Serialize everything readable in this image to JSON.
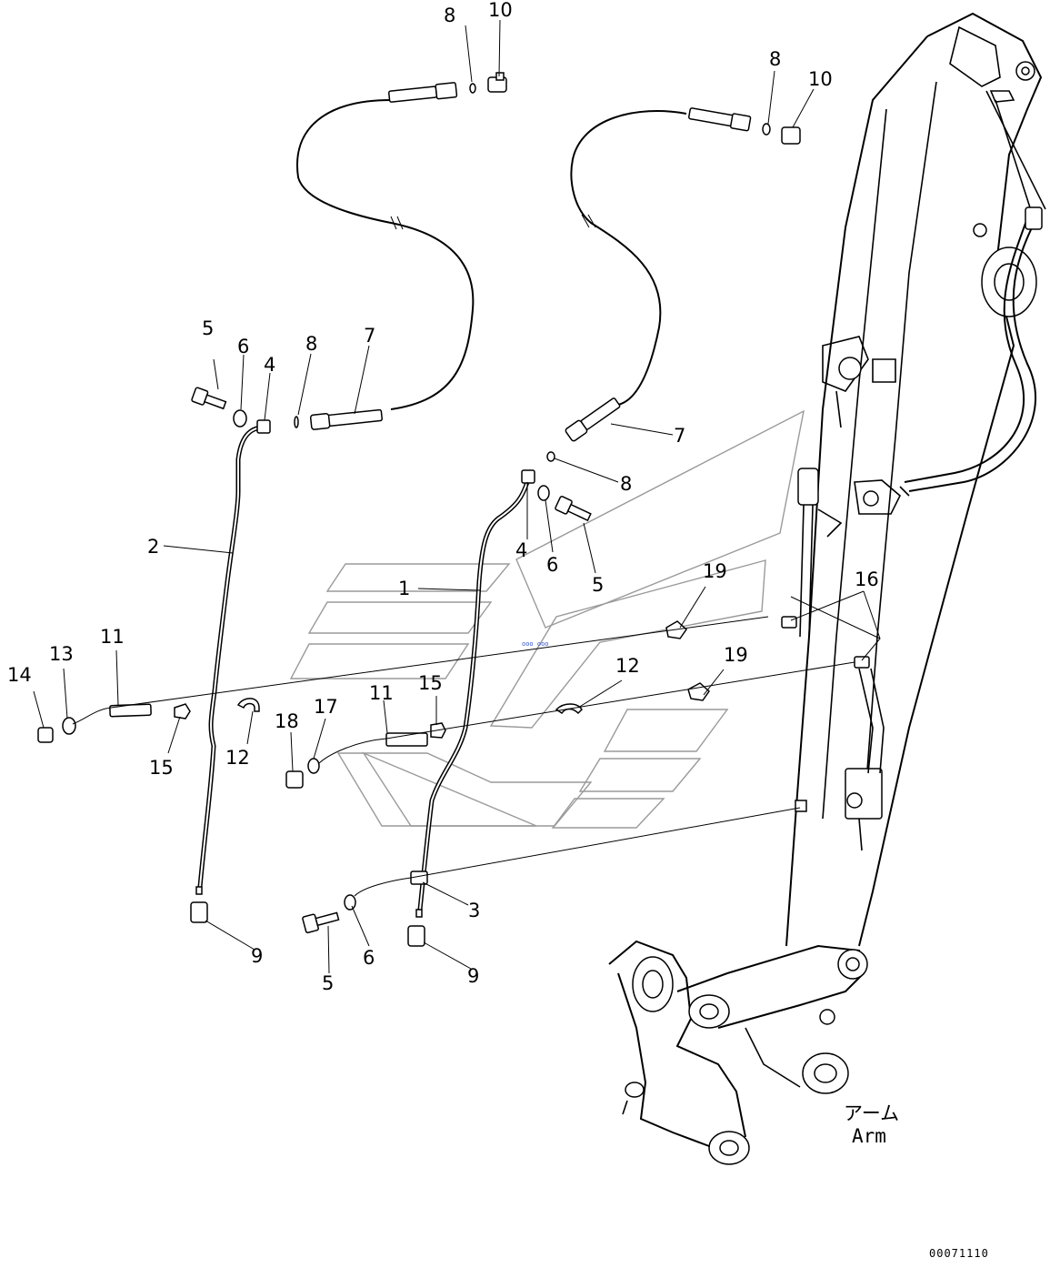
{
  "diagram": {
    "arm_caption_ja": "アーム",
    "arm_caption_en": "Arm",
    "drawing_code": "00071110",
    "callouts": [
      {
        "id": "c-8a",
        "text": "8"
      },
      {
        "id": "c-10a",
        "text": "10"
      },
      {
        "id": "c-8b",
        "text": "8"
      },
      {
        "id": "c-10b",
        "text": "10"
      },
      {
        "id": "c-5a",
        "text": "5"
      },
      {
        "id": "c-6a",
        "text": "6"
      },
      {
        "id": "c-4a",
        "text": "4"
      },
      {
        "id": "c-8c",
        "text": "8"
      },
      {
        "id": "c-7a",
        "text": "7"
      },
      {
        "id": "c-7b",
        "text": "7"
      },
      {
        "id": "c-8d",
        "text": "8"
      },
      {
        "id": "c-2",
        "text": "2"
      },
      {
        "id": "c-4b",
        "text": "4"
      },
      {
        "id": "c-6b",
        "text": "6"
      },
      {
        "id": "c-5b",
        "text": "5"
      },
      {
        "id": "c-1",
        "text": "1"
      },
      {
        "id": "c-19a",
        "text": "19"
      },
      {
        "id": "c-16",
        "text": "16"
      },
      {
        "id": "c-11a",
        "text": "11"
      },
      {
        "id": "c-13",
        "text": "13"
      },
      {
        "id": "c-14",
        "text": "14"
      },
      {
        "id": "c-12a",
        "text": "12"
      },
      {
        "id": "c-19b",
        "text": "19"
      },
      {
        "id": "c-15a",
        "text": "15"
      },
      {
        "id": "c-12b",
        "text": "12"
      },
      {
        "id": "c-11b",
        "text": "11"
      },
      {
        "id": "c-15b",
        "text": "15"
      },
      {
        "id": "c-17",
        "text": "17"
      },
      {
        "id": "c-18",
        "text": "18"
      },
      {
        "id": "c-3",
        "text": "3"
      },
      {
        "id": "c-6c",
        "text": "6"
      },
      {
        "id": "c-9a",
        "text": "9"
      },
      {
        "id": "c-5c",
        "text": "5"
      },
      {
        "id": "c-9b",
        "text": "9"
      }
    ]
  }
}
